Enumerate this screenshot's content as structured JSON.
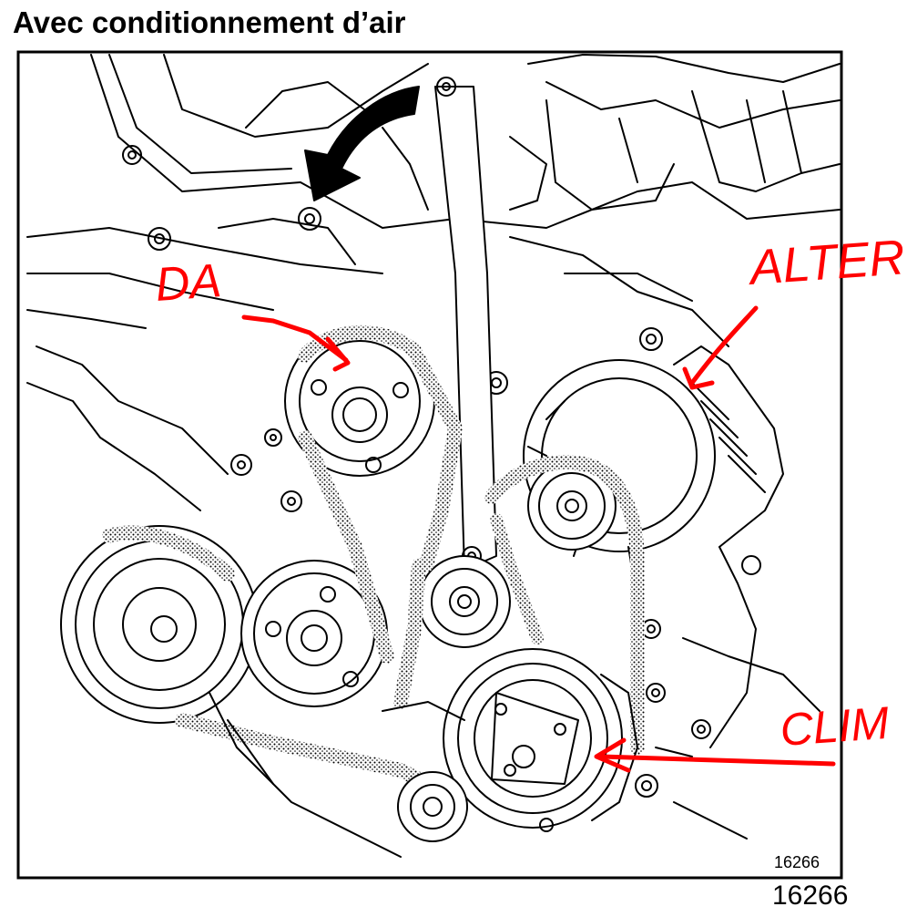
{
  "title": "Avec conditionnement d’air",
  "figure_number_inner": "16266",
  "figure_number_outer": "16266",
  "annotations": {
    "da": "DA",
    "alter": "ALTER.",
    "clim": "CLIM"
  },
  "colors": {
    "annotation": "#ff0000",
    "line": "#000000",
    "background": "#ffffff"
  }
}
